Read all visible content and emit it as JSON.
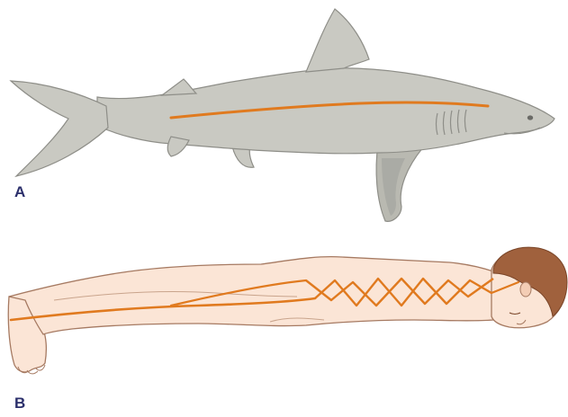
{
  "panels": [
    {
      "label": "A",
      "subject": "shark"
    },
    {
      "label": "B",
      "subject": "human"
    }
  ],
  "colors": {
    "background": "#ffffff",
    "shark_body": "#c9c9c2",
    "shark_outline": "#8e8e88",
    "human_body": "#fbe5d6",
    "human_outline": "#a67a62",
    "hair": "#a0613d",
    "line": "#e07a1f",
    "label": "#2b2f6b"
  }
}
